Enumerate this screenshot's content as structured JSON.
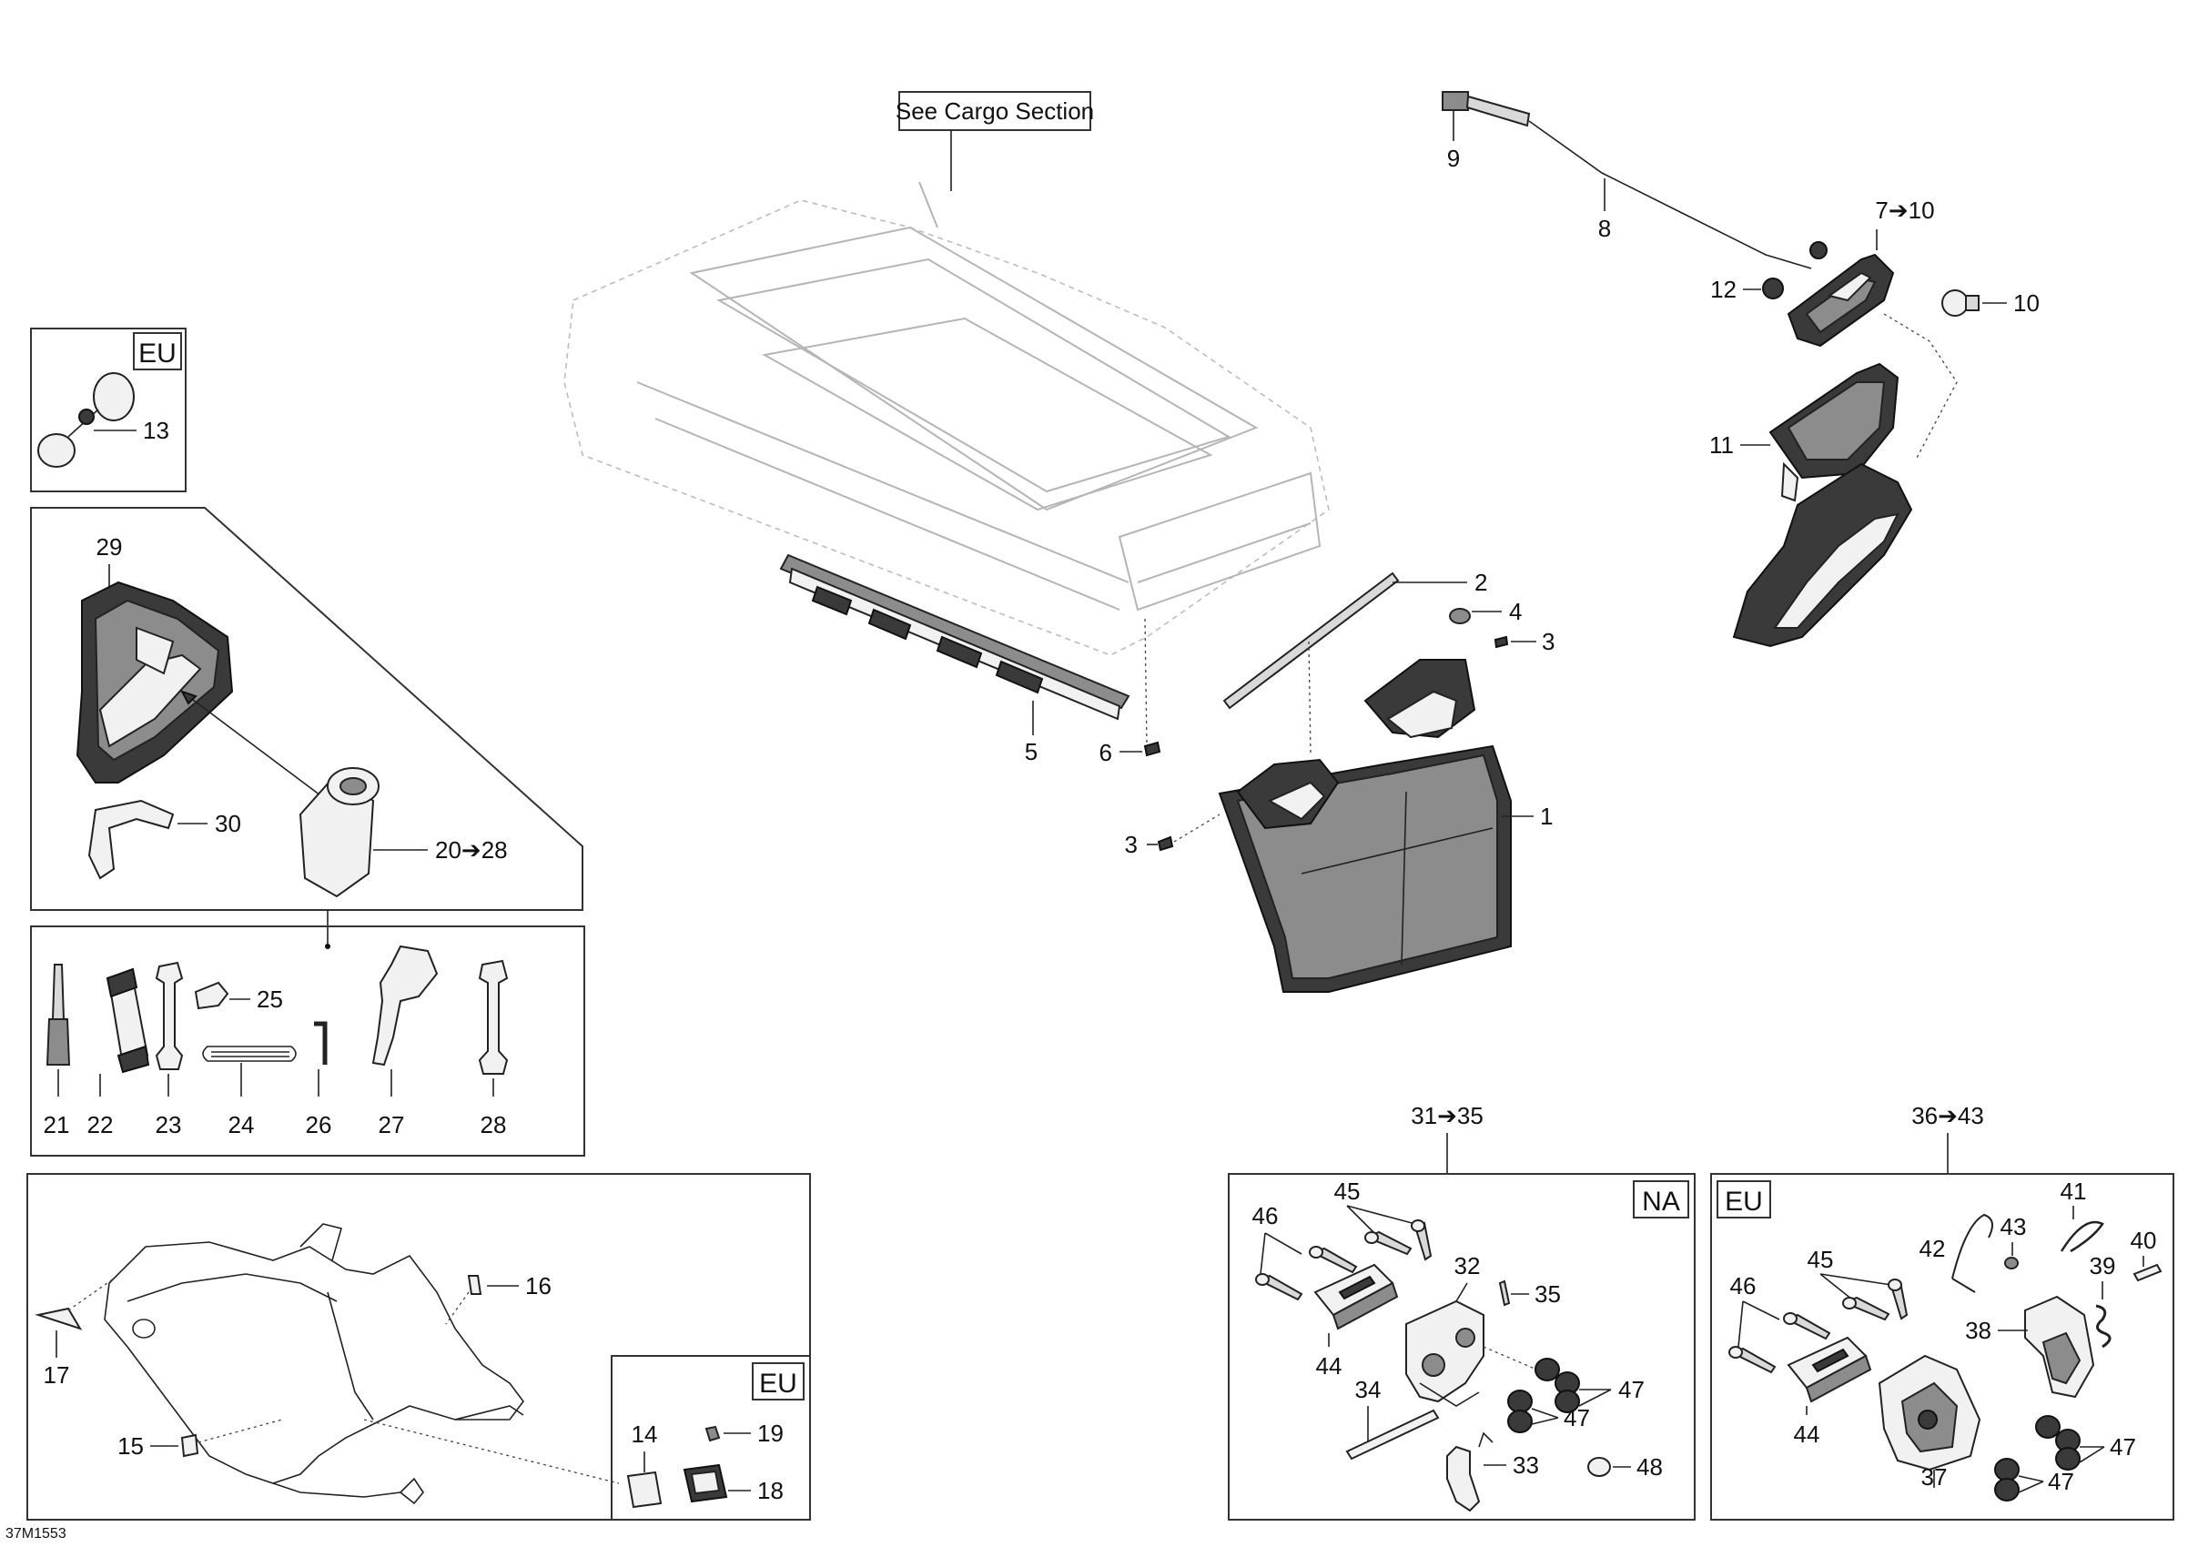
{
  "labels": {
    "see_cargo": "See Cargo Section",
    "region_eu": "EU",
    "region_na": "NA",
    "drawing_code": "37M1553",
    "l1": "1",
    "l2": "2",
    "l3a": "3",
    "l3b": "3",
    "l4": "4",
    "l5": "5",
    "l6": "6",
    "l7_10": "7➔10",
    "l8": "8",
    "l9": "9",
    "l10": "10",
    "l11": "11",
    "l12": "12",
    "l13": "13",
    "l14": "14",
    "l15": "15",
    "l16": "16",
    "l17": "17",
    "l18": "18",
    "l19": "19",
    "l20_28": "20➔28",
    "l21": "21",
    "l22": "22",
    "l23": "23",
    "l24": "24",
    "l25": "25",
    "l26": "26",
    "l27": "27",
    "l28": "28",
    "l29": "29",
    "l30": "30",
    "l31_35": "31➔35",
    "l32": "32",
    "l33": "33",
    "l34": "34",
    "l35": "35",
    "l36_43": "36➔43",
    "l37": "37",
    "l38": "38",
    "l39": "39",
    "l40": "40",
    "l41": "41",
    "l42": "42",
    "l43": "43",
    "l44a": "44",
    "l44b": "44",
    "l45a": "45",
    "l45b": "45",
    "l46a": "46",
    "l46b": "46",
    "l47a": "47",
    "l47b": "47",
    "l47c": "47",
    "l47d": "47",
    "l48": "48"
  }
}
